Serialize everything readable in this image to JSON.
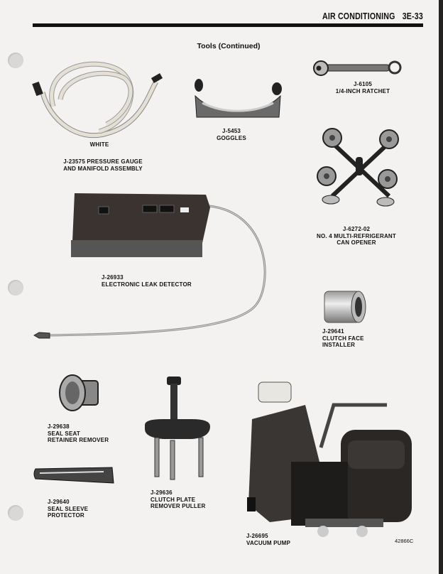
{
  "header": {
    "section": "AIR CONDITIONING",
    "page": "3E-33"
  },
  "title": "Tools (Continued)",
  "tools": {
    "manifold": {
      "label": "WHITE",
      "line1": "J-23575 PRESSURE GAUGE",
      "line2": "AND MANIFOLD ASSEMBLY"
    },
    "goggles": {
      "number": "J-5453",
      "name": "GOGGLES"
    },
    "ratchet": {
      "number": "J-6105",
      "name": "1/4-INCH RATCHET"
    },
    "can_opener": {
      "number": "J-6272-02",
      "line1": "NO. 4 MULTI-REFRIGERANT",
      "line2": "CAN OPENER"
    },
    "leak_detector": {
      "number": "J-26933",
      "name": "ELECTRONIC LEAK DETECTOR"
    },
    "clutch_face": {
      "number": "J-29641",
      "line1": "CLUTCH FACE",
      "line2": "INSTALLER"
    },
    "seal_seat": {
      "number": "J-29638",
      "line1": "SEAL SEAT",
      "line2": "RETAINER REMOVER"
    },
    "seal_sleeve": {
      "number": "J-29640",
      "line1": "SEAL SLEEVE",
      "line2": "PROTECTOR"
    },
    "puller": {
      "number": "J-29636",
      "line1": "CLUTCH PLATE",
      "line2": "REMOVER PULLER"
    },
    "vacuum_pump": {
      "number": "J-26695",
      "name": "VACUUM PUMP"
    }
  },
  "figure_id": "42866C"
}
